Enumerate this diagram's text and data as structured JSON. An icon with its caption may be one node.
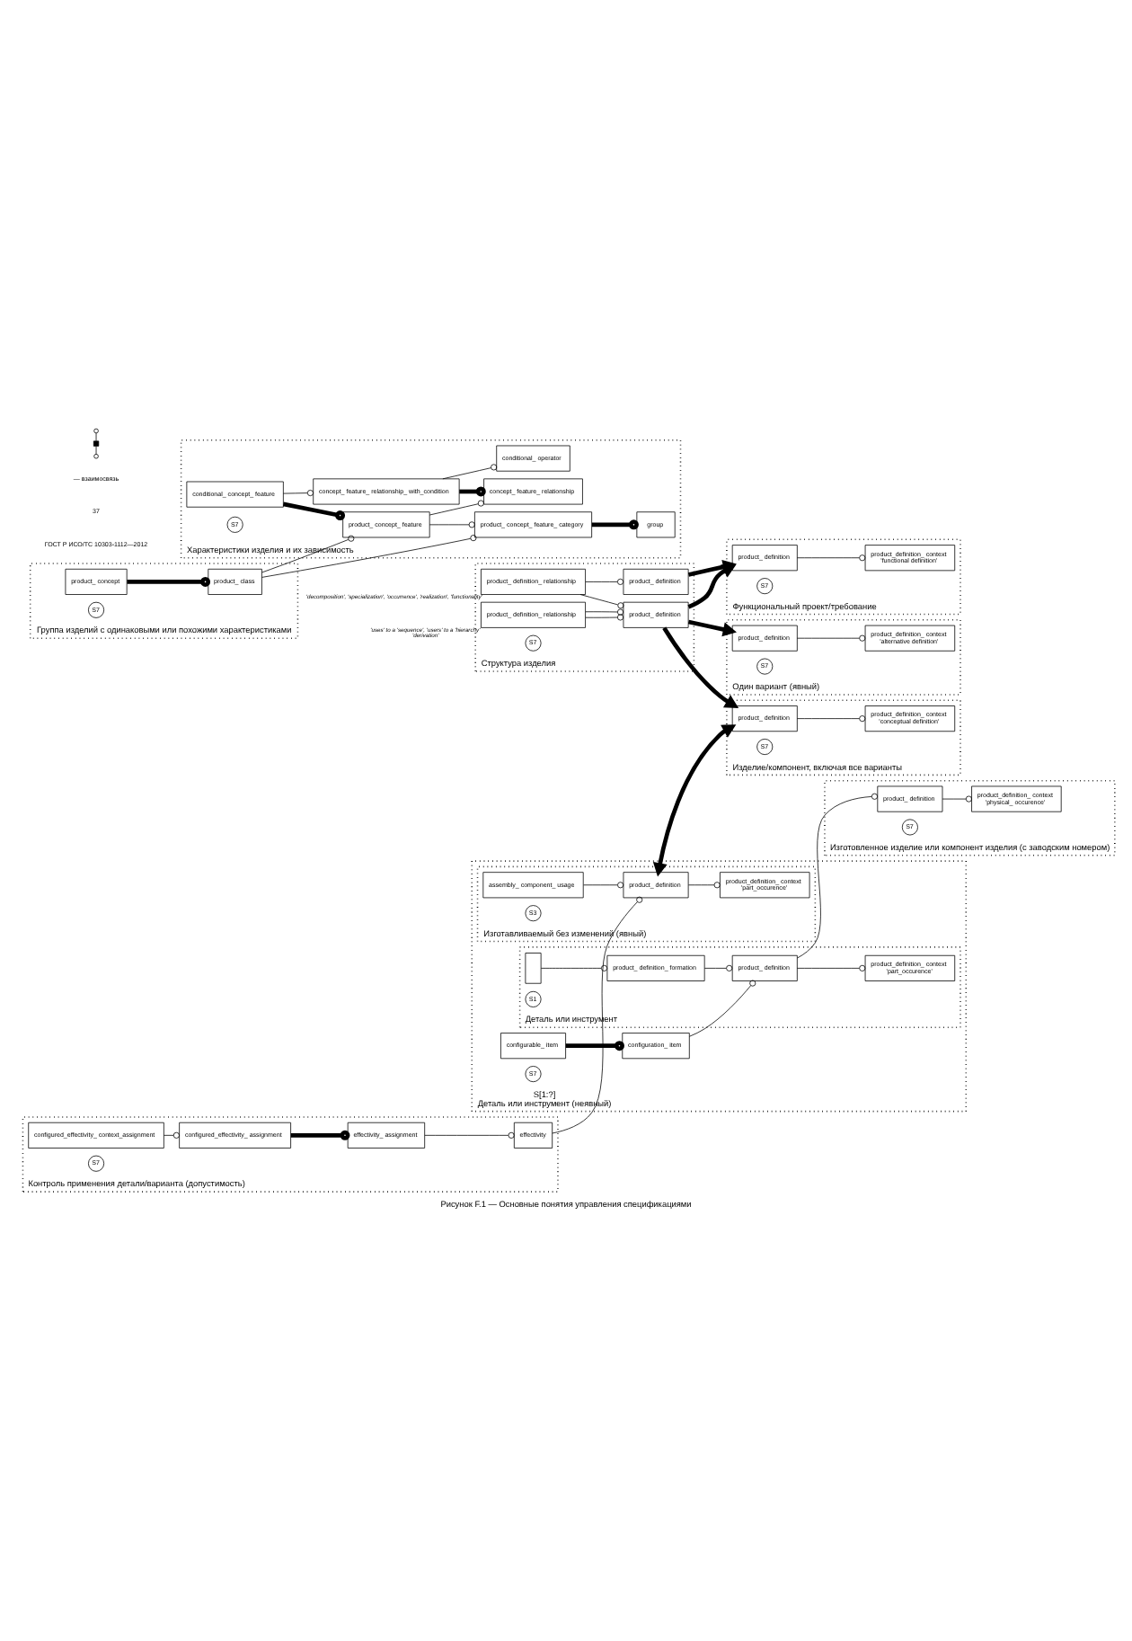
{
  "diagram": {
    "caption": "Рисунок F.1 — Основные понятия управления спецификациями",
    "nodes": [
      {
        "text": [
          "Структура изделия"
        ]
      },
      {
        "text": [
          "product_ definition_ relationship"
        ],
        "in": 0,
        "beside": [
          "'uses' to a 'sequence', 'users' to a 'hierarchy'",
          "'derivation'"
        ]
      },
      {
        "text": [
          "product_ definition"
        ],
        "in": 0
      },
      {
        "text": [
          "product_ definition_ relationship"
        ],
        "in": 0,
        "beside": [
          "'decomposition', 'specialization', 'occurrence', 'realization', 'functionality'"
        ]
      },
      {
        "text": [
          "product_ definition"
        ],
        "in": 0
      },
      {
        "text": [
          "S7"
        ],
        "in": 0
      },
      {
        "text": [
          "Группа изделий с одинаковыми или похожими характеристиками"
        ]
      },
      {
        "text": [
          "product_ concept"
        ],
        "in": 6
      },
      {
        "text": [
          "product_ class"
        ],
        "in": 6
      },
      {
        "text": [
          "S7"
        ],
        "in": 6
      },
      {
        "text": [
          "Характеристики изделия и их зависимость"
        ]
      },
      {
        "text": [
          "conditional_ concept_ feature"
        ],
        "in": 10
      },
      {
        "text": [
          "product_ concept_ feature"
        ],
        "in": 10
      },
      {
        "text": [
          "concept_ feature_ relationship_ with_condition"
        ],
        "in": 10
      },
      {
        "text": [
          "concept_ feature_ relationship"
        ],
        "in": 10
      },
      {
        "text": [
          "product_ concept_ feature_ category"
        ],
        "in": 10
      },
      {
        "text": [
          "group"
        ],
        "in": 10
      },
      {
        "text": [
          "conditional_ operator"
        ],
        "in": 10
      },
      {
        "text": [
          "S7"
        ],
        "in": 10
      },
      {
        "text": [
          "Функциональный проект/требование"
        ]
      },
      {
        "text": [
          "product_ definition"
        ],
        "in": 19
      },
      {
        "text": [
          "product_definition_ context",
          "'functional definition'"
        ],
        "in": 19
      },
      {
        "text": [
          "S7"
        ],
        "in": 19
      },
      {
        "text": [
          "Изделие/компонент, включая все варианты"
        ]
      },
      {
        "text": [
          "product_ definition"
        ],
        "in": 23
      },
      {
        "text": [
          "product_definition_ context",
          "'conceptual definition'"
        ],
        "in": 23
      },
      {
        "text": [
          "S7"
        ],
        "in": 23
      },
      {
        "text": [
          "Один вариант (явный)"
        ]
      },
      {
        "text": [
          "product_ definition"
        ],
        "in": 27
      },
      {
        "text": [
          "product_definition_ context",
          "'alternative definition'"
        ],
        "in": 27
      },
      {
        "text": [
          "S7"
        ],
        "in": 27
      },
      {
        "text": [
          "S[1:?]",
          "Деталь или инструмент (неявный)"
        ]
      },
      {
        "text": [
          "configurable_ item"
        ],
        "in": 31
      },
      {
        "text": [
          "configuration_ item"
        ],
        "in": 31
      },
      {
        "text": [
          "S7"
        ],
        "in": 31
      },
      {
        "text": [
          "Изготавливаемый без изменений (явный)"
        ],
        "in": 31
      },
      {
        "text": [
          "assembly_ component_ usage"
        ],
        "in": 35
      },
      {
        "text": [
          "product_ definition"
        ],
        "in": 35
      },
      {
        "text": [
          "product_definition_ context",
          "'part_occurence'"
        ],
        "in": 35
      },
      {
        "text": [
          "S3"
        ],
        "in": 35
      },
      {
        "text": [
          "Деталь или инструмент"
        ],
        "in": 31
      },
      {
        "text": [],
        "shape": "box",
        "in": 40
      },
      {
        "text": [
          "product_ definition_ formation"
        ],
        "in": 40
      },
      {
        "text": [
          "product_ definition"
        ],
        "in": 40
      },
      {
        "text": [
          "product_definition_ context",
          "'part_occurence'"
        ],
        "in": 40
      },
      {
        "text": [
          "S1"
        ],
        "in": 40
      },
      {
        "text": [
          "Изготовленное изделие или компонент изделия (с заводским номером)"
        ]
      },
      {
        "text": [
          "product_ definition"
        ],
        "in": 46
      },
      {
        "text": [
          "product_definition_ context",
          "'physical_ occurence'"
        ],
        "in": 46
      },
      {
        "text": [
          "S7"
        ],
        "in": 46
      },
      {
        "text": [
          "Контроль применения детали/варианта (допустимость)"
        ]
      },
      {
        "text": [
          "configured_effectivity_ context_assignment"
        ],
        "in": 50
      },
      {
        "text": [
          "configured_effectivity_ assignment"
        ],
        "in": 50
      },
      {
        "text": [
          "effectivity_ assignment"
        ],
        "in": 50
      },
      {
        "text": [
          "effectivity"
        ],
        "in": 50
      },
      {
        "text": [
          "S7"
        ],
        "in": 50
      }
    ],
    "edges": [
      {
        "from": 1,
        "to": 2,
        "arrow": "other"
      },
      {
        "from": 1,
        "to": 2,
        "arrow": "other"
      },
      {
        "from": 3,
        "to": 2,
        "arrow": "other"
      },
      {
        "from": 3,
        "to": 4,
        "arrow": "other"
      },
      {
        "from": 2,
        "to": 20,
        "arrow": "to",
        "style": "thick"
      },
      {
        "from": 4,
        "to": 20,
        "arrow": "to",
        "style": "thick"
      },
      {
        "from": 2,
        "to": 28,
        "arrow": "to",
        "style": "thick"
      },
      {
        "from": 2,
        "to": 24,
        "arrow": "to",
        "style": "thick"
      },
      {
        "from": 37,
        "to": 24,
        "arrow": "both",
        "style": "thick"
      },
      {
        "from": 20,
        "to": 21,
        "arrow": "other"
      },
      {
        "from": 24,
        "to": 25,
        "arrow": "other"
      },
      {
        "from": 28,
        "to": 29,
        "arrow": "other"
      },
      {
        "from": 32,
        "to": 33,
        "arrow": "other",
        "style": "thick"
      },
      {
        "from": 33,
        "to": 43,
        "arrow": "other"
      },
      {
        "from": 41,
        "to": 42,
        "arrow": "other"
      },
      {
        "from": 42,
        "to": 43,
        "arrow": "other"
      },
      {
        "from": 43,
        "to": 44,
        "arrow": "other"
      },
      {
        "from": 36,
        "to": 37,
        "arrow": "other"
      },
      {
        "from": 37,
        "to": 38,
        "arrow": "other"
      },
      {
        "from": 43,
        "to": 47,
        "arrow": "other"
      },
      {
        "from": 47,
        "to": 48,
        "arrow": "other"
      },
      {
        "from": 7,
        "to": 8,
        "arrow": "other",
        "style": "thick"
      },
      {
        "from": 8,
        "to": 15,
        "arrow": "other"
      },
      {
        "from": 8,
        "to": 12,
        "arrow": "other"
      },
      {
        "from": 12,
        "to": 15,
        "arrow": "other"
      },
      {
        "from": 15,
        "to": 16,
        "arrow": "other",
        "style": "thick"
      },
      {
        "from": 12,
        "to": 14,
        "arrow": "other"
      },
      {
        "from": 11,
        "to": 12,
        "arrow": "other",
        "style": "thick"
      },
      {
        "from": 13,
        "to": 14,
        "arrow": "other",
        "style": "thick"
      },
      {
        "from": 11,
        "to": 13,
        "arrow": "other"
      },
      {
        "from": 13,
        "to": 17,
        "arrow": "other"
      },
      {
        "from": 51,
        "to": 52,
        "arrow": "other"
      },
      {
        "from": 52,
        "to": 53,
        "arrow": "other",
        "style": "thick"
      },
      {
        "from": 53,
        "to": 54,
        "arrow": "other"
      },
      {
        "from": 54,
        "to": 37,
        "arrow": "other"
      }
    ],
    "labels": [
      "ГОСТ Р ИСО/ТС 10303-1112—2012",
      "37"
    ],
    "legend": [
      {
        "text": "— взаимосвязь"
      }
    ]
  }
}
